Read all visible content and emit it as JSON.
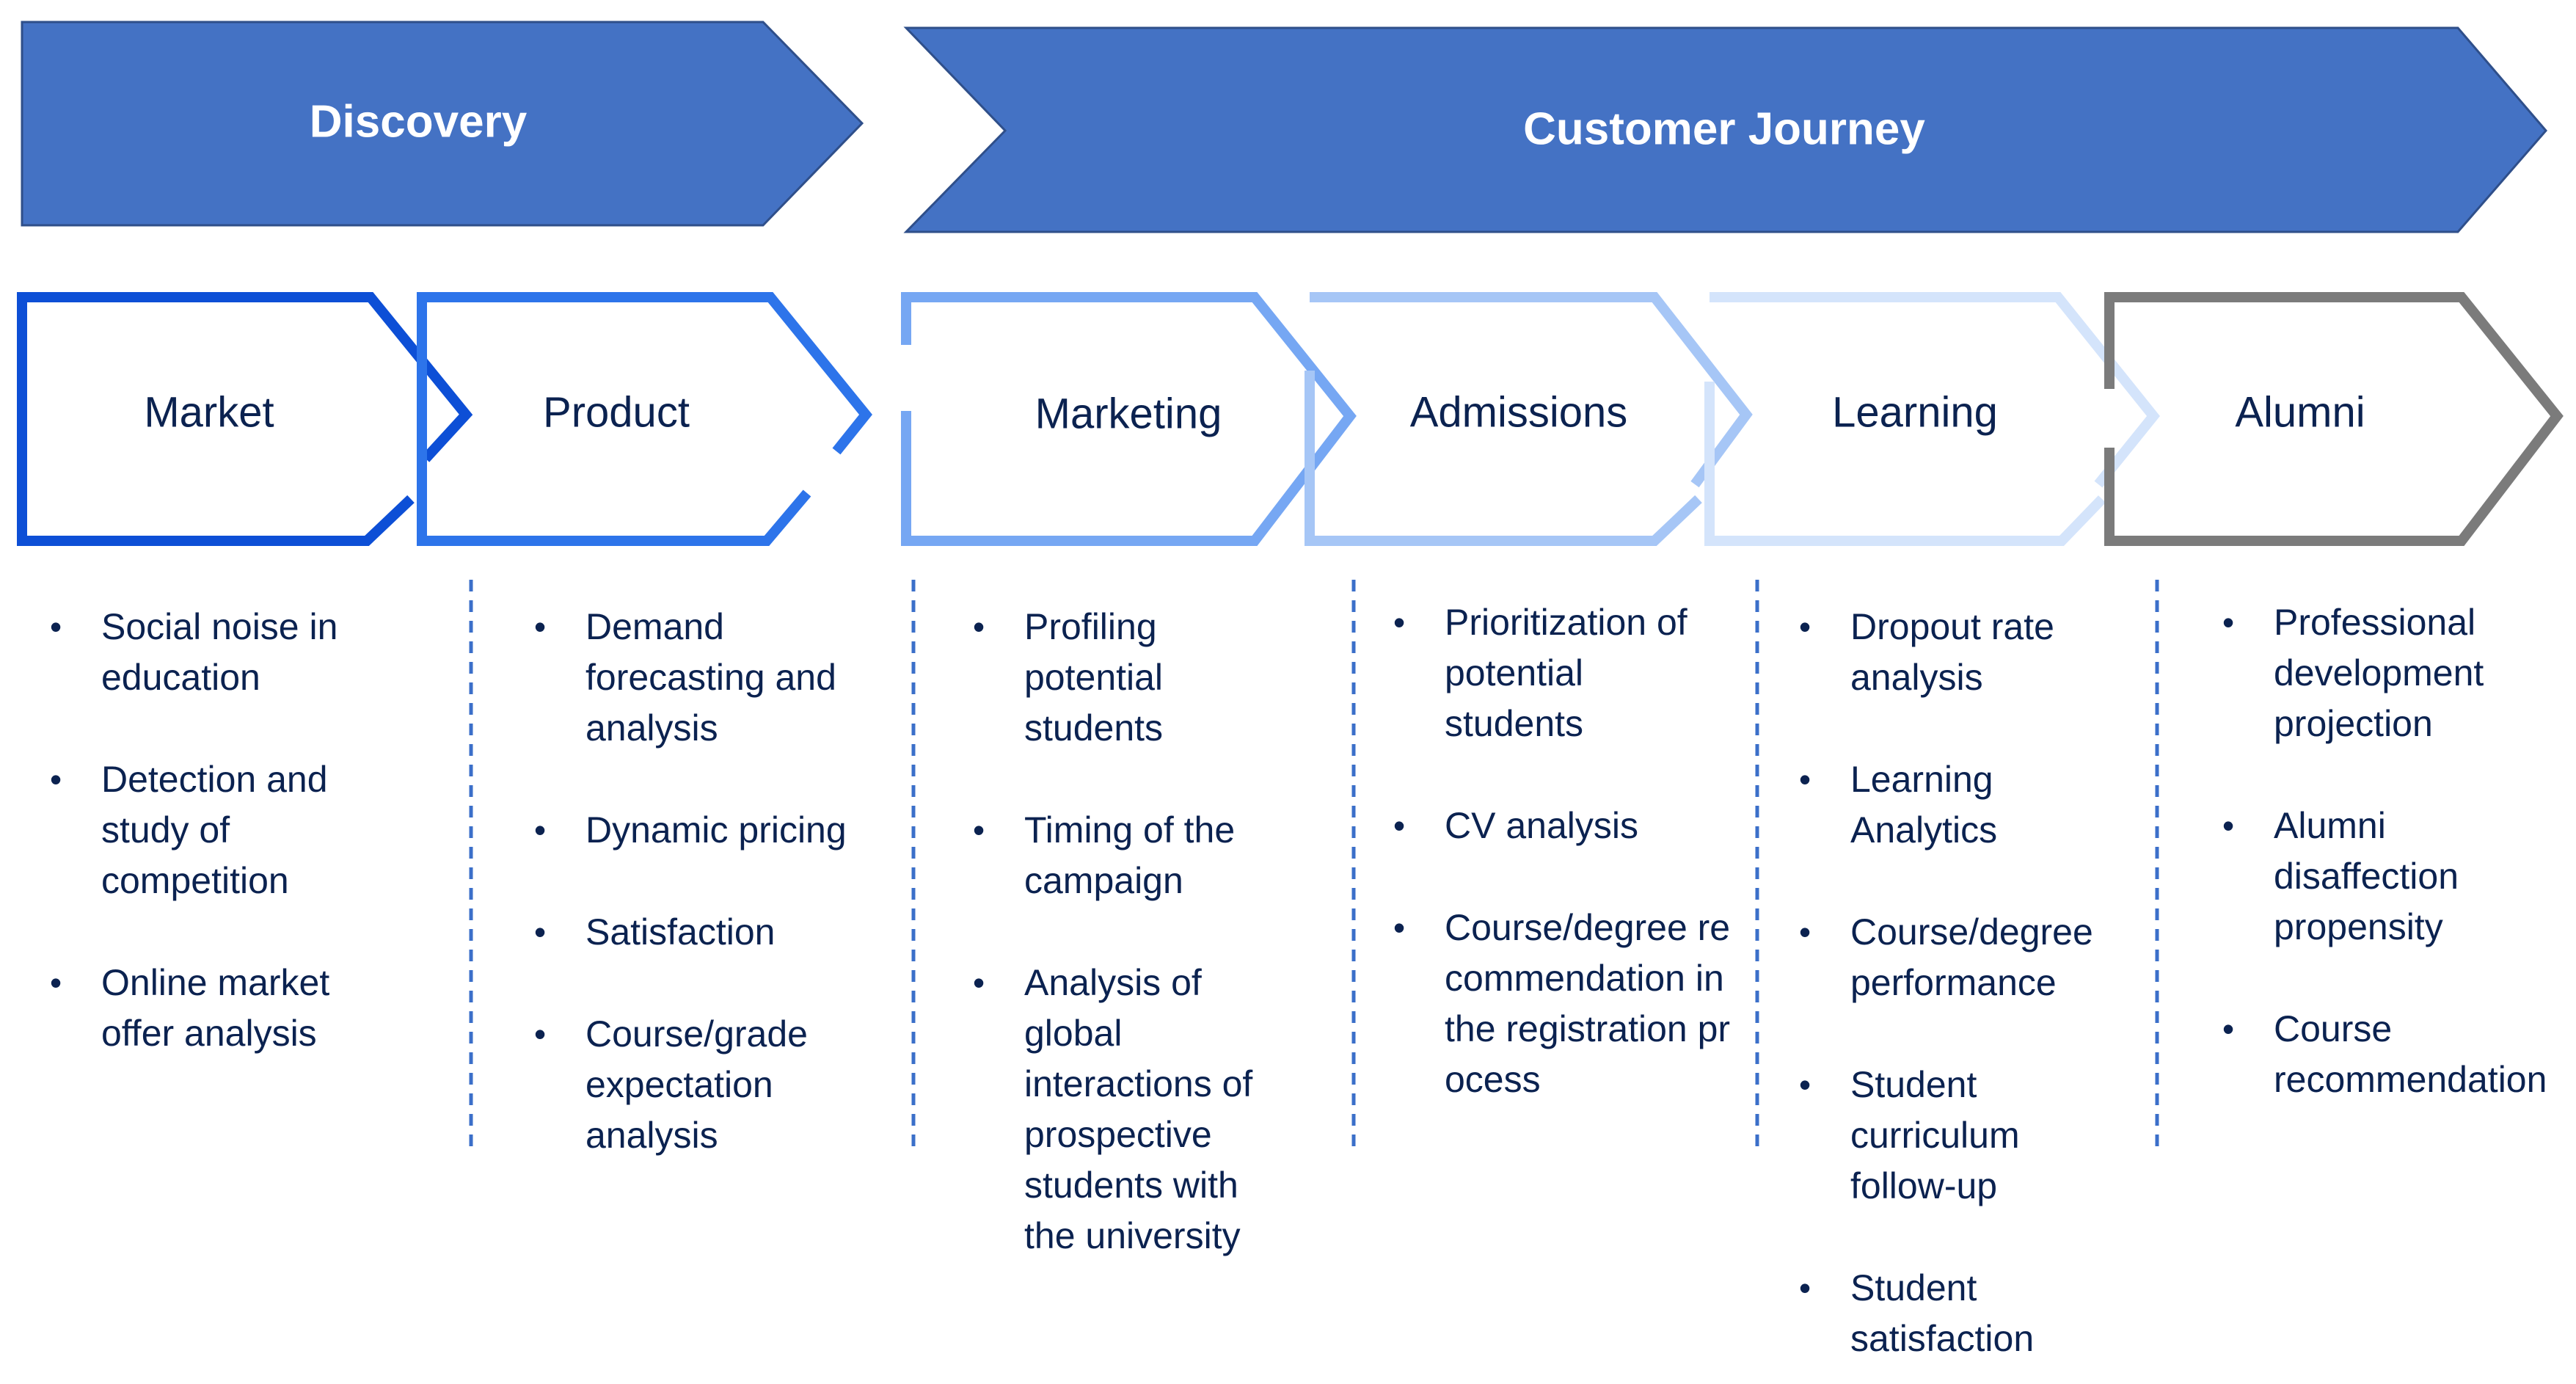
{
  "colors": {
    "banner": "#4472c4",
    "stage_market": "#0d4fd6",
    "stage_product": "#2d74ea",
    "stage_marketing": "#76a7f3",
    "stage_admissions": "#a6c6f6",
    "stage_learning": "#d4e4fb",
    "stage_alumni": "#7b7b7b",
    "text": "#0b2250",
    "divider": "#3b6fc9"
  },
  "banners": [
    {
      "label": "Discovery"
    },
    {
      "label": "Customer Journey"
    }
  ],
  "stages": [
    {
      "label": "Market",
      "items": [
        "Social noise in education",
        "Detection and study of competition",
        "Online market offer analysis"
      ]
    },
    {
      "label": "Product",
      "items": [
        "Demand forecasting and analysis",
        "Dynamic pricing",
        "Satisfaction",
        "Course/grade expectation analysis"
      ]
    },
    {
      "label": "Marketing",
      "items": [
        "Profiling potential students",
        "Timing of the campaign",
        "Analysis of global interactions of prospective students with the university"
      ]
    },
    {
      "label": "Admissions",
      "items": [
        "Prioritization of potential students",
        "CV analysis",
        "Course/degree recommendation in the registration process"
      ]
    },
    {
      "label": "Learning",
      "items": [
        "Dropout rate analysis",
        "Learning Analytics",
        "Course/degree performance",
        "Student curriculum follow-up",
        "Student satisfaction"
      ]
    },
    {
      "label": "Alumni",
      "items": [
        "Professional development projection",
        "Alumni disaffection propensity",
        "Course recommendation"
      ]
    }
  ]
}
